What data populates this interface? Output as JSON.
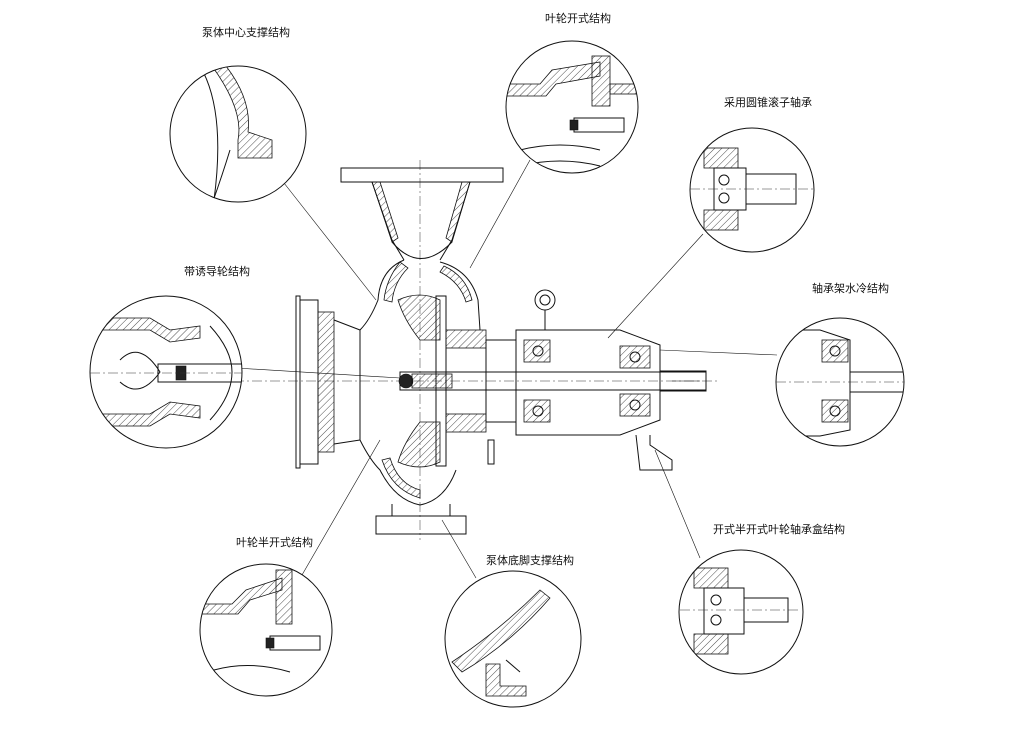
{
  "drawing": {
    "callouts": [
      {
        "id": "pump-body-center-support",
        "label": "泵体中心支撑结构"
      },
      {
        "id": "impeller-open",
        "label": "叶轮开式结构"
      },
      {
        "id": "tapered-roller-bearing",
        "label": "采用圆锥滚子轴承"
      },
      {
        "id": "inducer",
        "label": "带诱导轮结构"
      },
      {
        "id": "bearing-frame-water-cooling",
        "label": "轴承架水冷结构"
      },
      {
        "id": "impeller-semi-open",
        "label": "叶轮半开式结构"
      },
      {
        "id": "pump-base-foot-support",
        "label": "泵体底脚支撑结构"
      },
      {
        "id": "open-semi-open-bearing-housing",
        "label": "开式半开式叶轮轴承盒结构"
      }
    ]
  }
}
